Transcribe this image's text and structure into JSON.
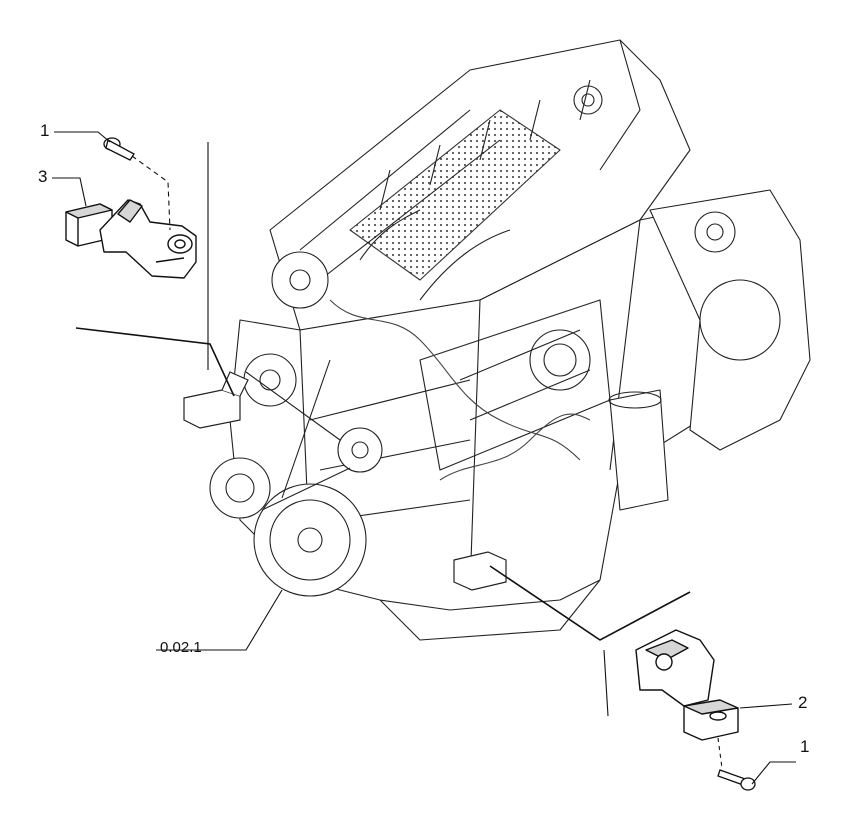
{
  "callouts": {
    "bolt_top": "1",
    "bracket_left": "3",
    "bracket_right": "2",
    "bolt_bottom": "1"
  },
  "reference": "0.02.1",
  "colors": {
    "line": "#1a1a1a",
    "fill": "#ffffff",
    "shade": "#c8c8c8"
  }
}
